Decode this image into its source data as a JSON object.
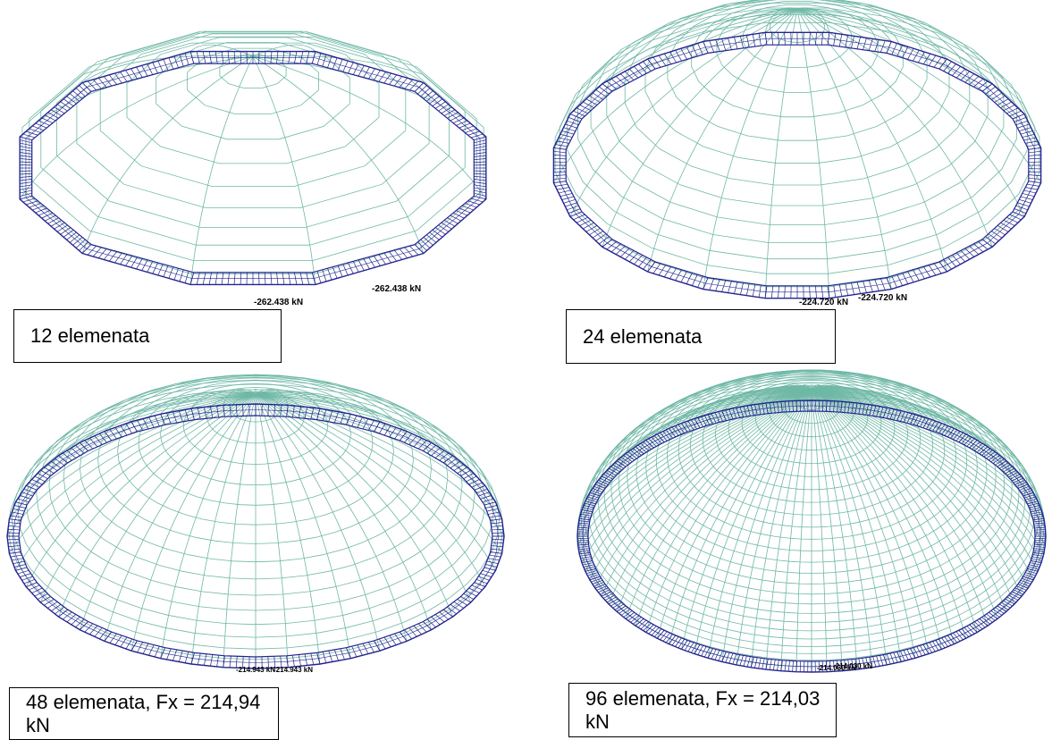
{
  "colors": {
    "mesh": "#6fb8a6",
    "ring": "#23238f",
    "label": "#000000"
  },
  "panels": [
    {
      "caption": "12 elemenata",
      "segments": 12,
      "force_labels": [
        "-262.438 kN",
        "-262.438 kN"
      ]
    },
    {
      "caption": "24 elemenata",
      "segments": 24,
      "force_labels": [
        "-224.720 kN",
        "-224.720 kN"
      ]
    },
    {
      "caption": "48 elemenata, Fx = 214,94 kN",
      "segments": 48,
      "force_labels": [
        "-214.943 kN",
        "-214.943 kN"
      ]
    },
    {
      "caption": "96 elemenata, Fx = 214,03 kN",
      "segments": 96,
      "force_labels": [
        "-214.030 kN",
        "-214.030 kN"
      ]
    }
  ]
}
